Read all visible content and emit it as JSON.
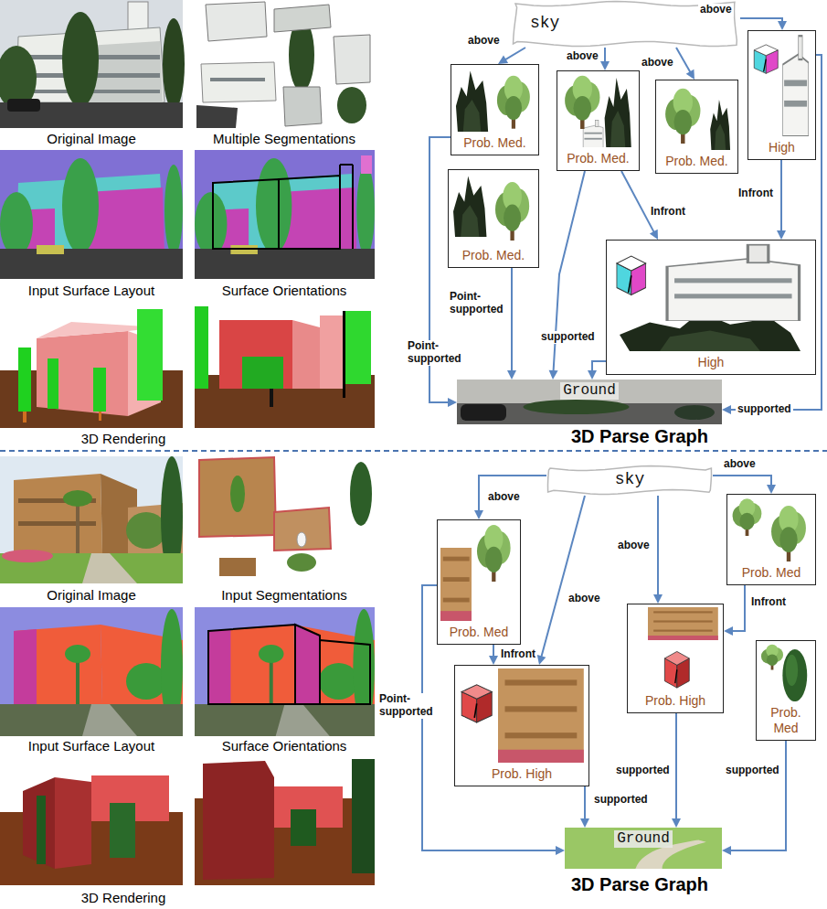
{
  "diagram": {
    "nodes": [
      {
        "text": [
          "sky"
        ]
      },
      {
        "text": [
          "Prob. Med."
        ]
      },
      {
        "text": [
          "Prob. Med."
        ]
      },
      {
        "text": [
          "Prob. Med."
        ]
      },
      {
        "text": [
          "High"
        ]
      },
      {
        "text": [
          "Prob. Med."
        ]
      },
      {
        "text": [
          "High"
        ]
      },
      {
        "text": [
          "Ground"
        ]
      },
      {
        "text": [
          "sky"
        ]
      },
      {
        "text": [
          "Prob. Med"
        ]
      },
      {
        "text": [
          "Prob. Med"
        ]
      },
      {
        "text": [
          "Prob. High"
        ]
      },
      {
        "text": [
          "Prob. High"
        ]
      },
      {
        "text": [
          "Prob. Med"
        ]
      },
      {
        "text": [
          "Ground"
        ]
      }
    ],
    "edges": [
      {
        "from": 0,
        "to": 1,
        "arrow": "to",
        "label": "above"
      },
      {
        "from": 0,
        "to": 2,
        "arrow": "to",
        "label": "above"
      },
      {
        "from": 0,
        "to": 3,
        "arrow": "to",
        "label": "above"
      },
      {
        "from": 0,
        "to": 4,
        "arrow": "to",
        "label": "above"
      },
      {
        "from": 4,
        "to": 6,
        "arrow": "to",
        "label": "Infront"
      },
      {
        "from": 2,
        "to": 6,
        "arrow": "to",
        "label": "Infront"
      },
      {
        "from": 1,
        "to": 7,
        "arrow": "to",
        "label": "Point-supported"
      },
      {
        "from": 5,
        "to": 7,
        "arrow": "to",
        "label": "Point-supported"
      },
      {
        "from": 2,
        "to": 7,
        "arrow": "to"
      },
      {
        "from": 6,
        "to": 7,
        "arrow": "to",
        "label": "supported"
      },
      {
        "from": 4,
        "to": 7,
        "arrow": "to",
        "label": "supported"
      },
      {
        "from": 8,
        "to": 9,
        "arrow": "to",
        "label": "above"
      },
      {
        "from": 8,
        "to": 10,
        "arrow": "to",
        "label": "above"
      },
      {
        "from": 8,
        "to": 11,
        "arrow": "to",
        "label": "above"
      },
      {
        "from": 8,
        "to": 12,
        "arrow": "to",
        "label": "above"
      },
      {
        "from": 10,
        "to": 12,
        "arrow": "to",
        "label": "Infront"
      },
      {
        "from": 9,
        "to": 11,
        "arrow": "to",
        "label": "Infront"
      },
      {
        "from": 9,
        "to": 14,
        "arrow": "to",
        "label": "Point-supported"
      },
      {
        "from": 11,
        "to": 14,
        "arrow": "to",
        "label": "supported"
      },
      {
        "from": 12,
        "to": 14,
        "arrow": "to",
        "label": "supported"
      },
      {
        "from": 13,
        "to": 14,
        "arrow": "to",
        "label": "supported"
      }
    ],
    "labels": [
      "Original Image",
      "Multiple Segmentations",
      "Input Surface Layout",
      "Surface Orientations",
      "3D Rendering",
      "3D Parse Graph",
      "Original Image",
      "Input Segmentations",
      "Input Surface Layout",
      "Surface Orientations",
      "3D Rendering",
      "3D Parse Graph"
    ]
  }
}
